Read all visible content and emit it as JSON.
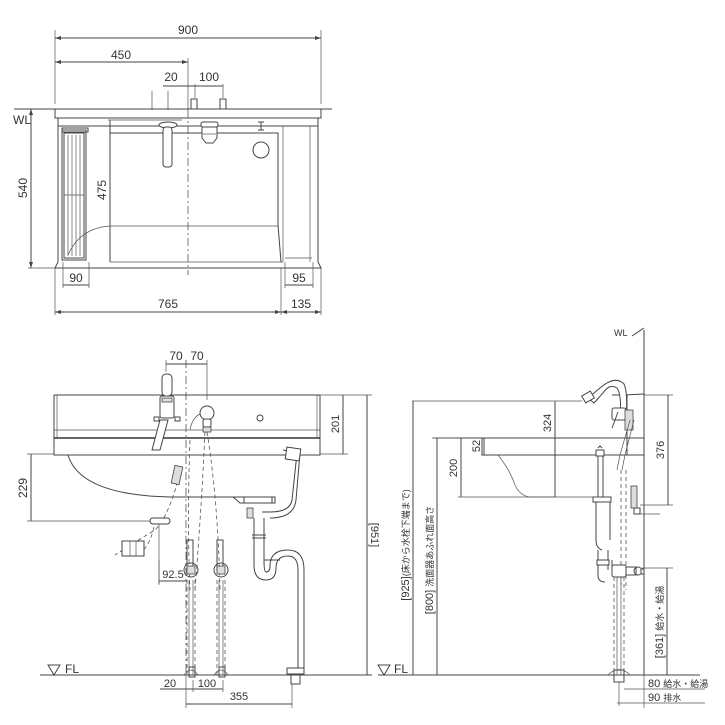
{
  "drawing": {
    "title": "Wash basin dimensional drawing",
    "stroke_color": "#444444",
    "background": "#ffffff"
  },
  "top_view": {
    "dims": {
      "overall_width": "900",
      "center_offset": "450",
      "faucet_offset": "20",
      "faucet_spacing": "100",
      "depth": "540",
      "bowl_depth": "475",
      "left_shelf": "90",
      "right_shelf": "95",
      "bowl_width": "765",
      "right_section": "135"
    },
    "labels": {
      "wall_line": "WL"
    }
  },
  "front_view": {
    "dims": {
      "faucet_left": "70",
      "faucet_right": "70",
      "counter_height": "201",
      "bowl_below": "229",
      "total_height": "[951]",
      "trap_offset": "92.5",
      "supply_offset": "20",
      "supply_spacing": "100",
      "drain_offset": "355"
    },
    "labels": {
      "floor_line": "FL"
    }
  },
  "side_view": {
    "dims": {
      "faucet_height": "324",
      "rim_thickness": "52",
      "bowl_depth": "200",
      "backsplash": "376",
      "faucet_from_floor": "[925]",
      "rim_from_floor": "[800]",
      "supply_height": "[361]",
      "supply_from_wall": "80",
      "drain_from_wall": "90"
    },
    "labels": {
      "floor_line": "FL",
      "wall_line": "WL",
      "faucet_from_floor_note": "(床から水栓下端まで)",
      "rim_from_floor_note": "洗面器あふれ面高さ",
      "supply_note": "給水・給湯",
      "supply_from_wall_note": "給水・給湯",
      "drain_from_wall_note": "排水"
    }
  }
}
